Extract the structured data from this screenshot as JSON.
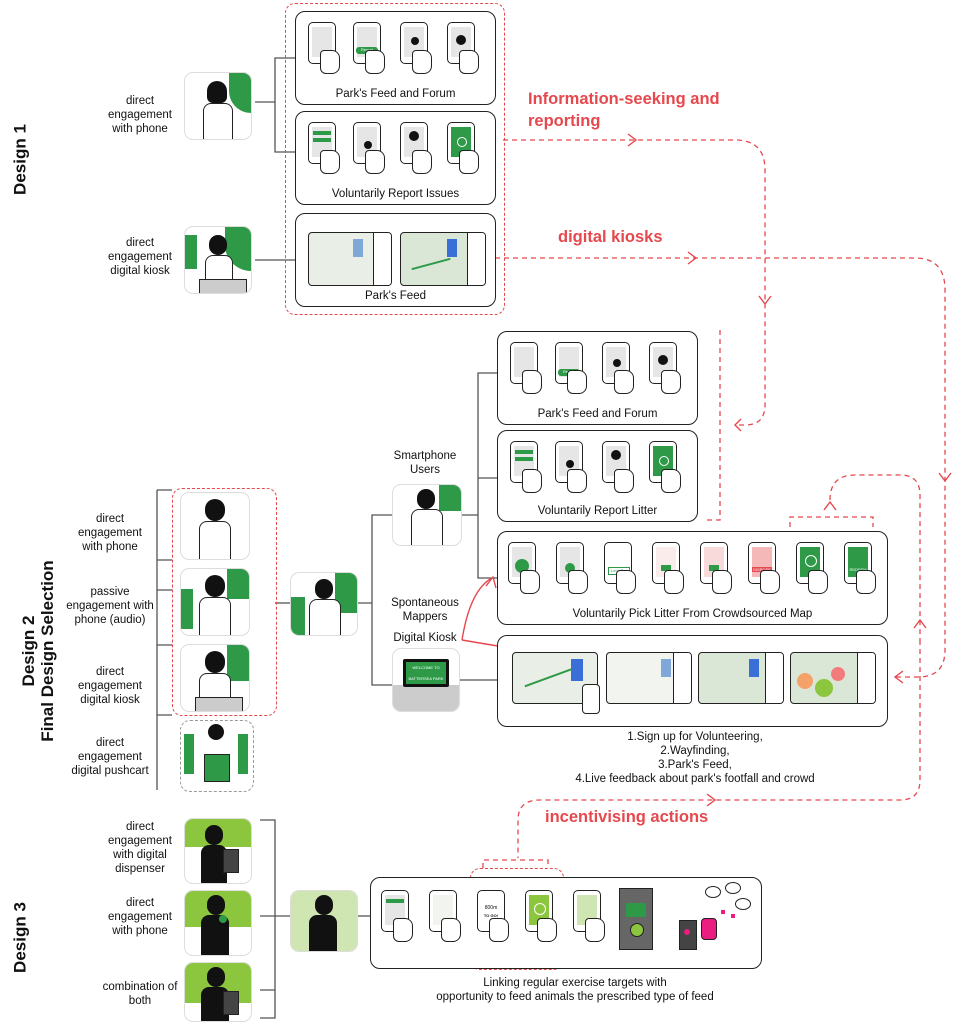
{
  "colors": {
    "accent_red": "#e5484d",
    "green": "#2e9a48",
    "light_green": "#8cc63f"
  },
  "design1": {
    "title": "Design 1",
    "labels": {
      "phone": "direct engagement with phone",
      "kiosk": "direct engagement digital kiosk"
    },
    "panels": {
      "feed_forum": "Park's Feed and Forum",
      "report": "Voluntarily Report Issues",
      "feed": "Park's Feed"
    }
  },
  "annotations": {
    "info_seeking": "Information-seeking and reporting",
    "kiosks": "digital kiosks",
    "incentivising": "incentivising actions"
  },
  "design2": {
    "title_line1": "Design 2",
    "title_line2": "Final Design Selection",
    "labels": {
      "phone": "direct engagement with phone",
      "audio": "passive engagement with phone (audio)",
      "kiosk": "direct engagement digital kiosk",
      "pushcart": "direct engagement digital pushcart"
    },
    "groups": {
      "smartphone": "Smartphone Users",
      "mappers": "Spontaneous Mappers",
      "kiosk": "Digital Kiosk"
    },
    "panels": {
      "feed_forum": "Park's Feed and Forum",
      "report": "Voluntarily Report Litter",
      "pick": "Voluntarily Pick Litter From Crowdsourced Map"
    },
    "kiosk_list": [
      "1.Sign up for Volunteering,",
      "2.Wayfinding,",
      "3.Park's Feed,",
      "4.Live feedback about park's footfall and crowd"
    ]
  },
  "design3": {
    "title": "Design 3",
    "labels": {
      "dispenser": "direct engagement with digital dispenser",
      "phone": "direct engagement with phone",
      "both": "combination of both"
    },
    "caption_line1": "Linking regular exercise targets with",
    "caption_line2": "opportunity to feed animals the prescribed type of feed"
  },
  "screen_texts": {
    "report_btn": "Report",
    "lets_go": "Let's Go!",
    "dispose": "DISPOSE",
    "redeem": "REDEEM",
    "welcome": "WELCOME TO BATTERSEA PARK",
    "distance": "800m",
    "to_go": "TO GO!"
  }
}
